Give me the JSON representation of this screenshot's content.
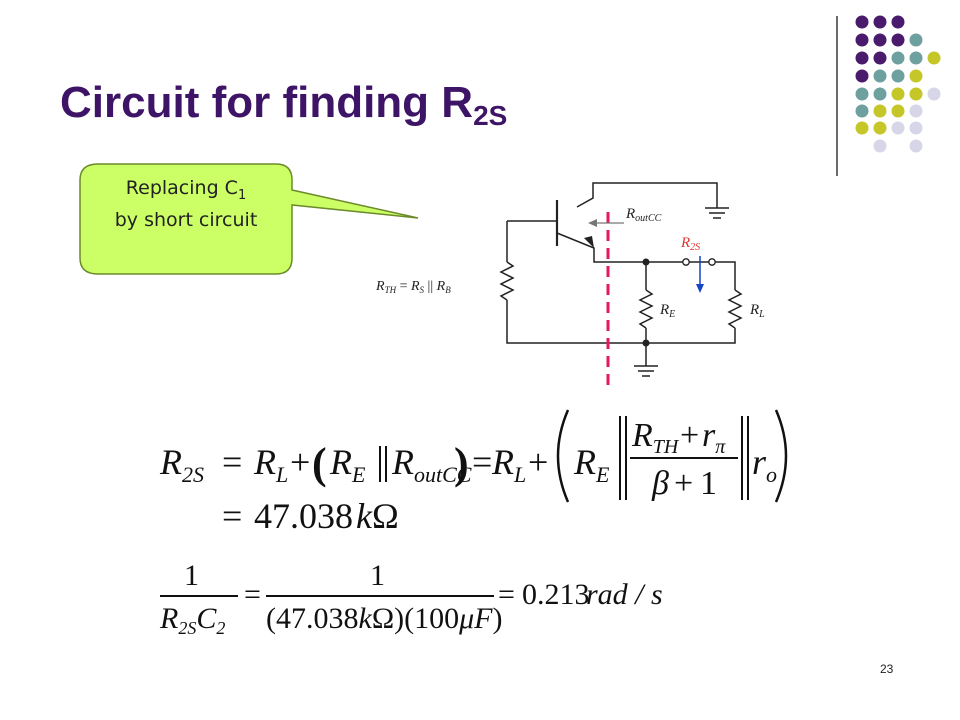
{
  "slide": {
    "title_main": "Circuit for finding R",
    "title_sub": "2S",
    "page_number": "23"
  },
  "callout": {
    "line1_prefix": "Replacing C",
    "line1_sub": "1",
    "line2": "by short circuit"
  },
  "circuit": {
    "r_outcc": {
      "main": "R",
      "sub": "outCC"
    },
    "r_2s": {
      "main": "R",
      "sub": "2S"
    },
    "r_th": {
      "main": "R",
      "sub": "TH",
      "eq": " = ",
      "rs_main": "R",
      "rs_sub": "S",
      "par": " || ",
      "rb_main": "R",
      "rb_sub": "B"
    },
    "r_e": {
      "main": "R",
      "sub": "E"
    },
    "r_l": {
      "main": "R",
      "sub": "L"
    }
  },
  "equations": {
    "eq1": {
      "r2s_main": "R",
      "r2s_sub": "2S",
      "equals": "=",
      "rl_main": "R",
      "rl_sub": "L",
      "plus": "+",
      "re_main": "R",
      "re_sub": "E",
      "routcc_main": "R",
      "routcc_sub": "outCC",
      "rth_main": "R",
      "rth_sub": "TH",
      "rpi_main": "r",
      "rpi_sub": "π",
      "beta": "β",
      "one": "1",
      "ro_main": "r",
      "ro_sub": "o"
    },
    "eq2": {
      "equals": "=",
      "value": "47.038",
      "unit_k": "k",
      "unit_ohm": "Ω"
    },
    "eq3": {
      "num": "1",
      "r2s_main": "R",
      "r2s_sub": "2S",
      "c2_main": "C",
      "c2_sub": "2",
      "v1": "47.038",
      "k": "k",
      "ohm": "Ω",
      "v2": "100",
      "mu": "μ",
      "f": "F",
      "equals": "=",
      "result": "0.213",
      "units": "rad / s"
    }
  },
  "colors": {
    "title": "#3d1466",
    "dot_purple": "#4a1b6d",
    "dot_teal": "#6fa0a0",
    "dot_olive": "#c5c627",
    "dot_lavender": "#d6d6e8",
    "callout_fill": "#ccff66",
    "dashed_line": "#e8185e",
    "r2s_label": "#e03030",
    "arrow_blue": "#1744c8"
  }
}
